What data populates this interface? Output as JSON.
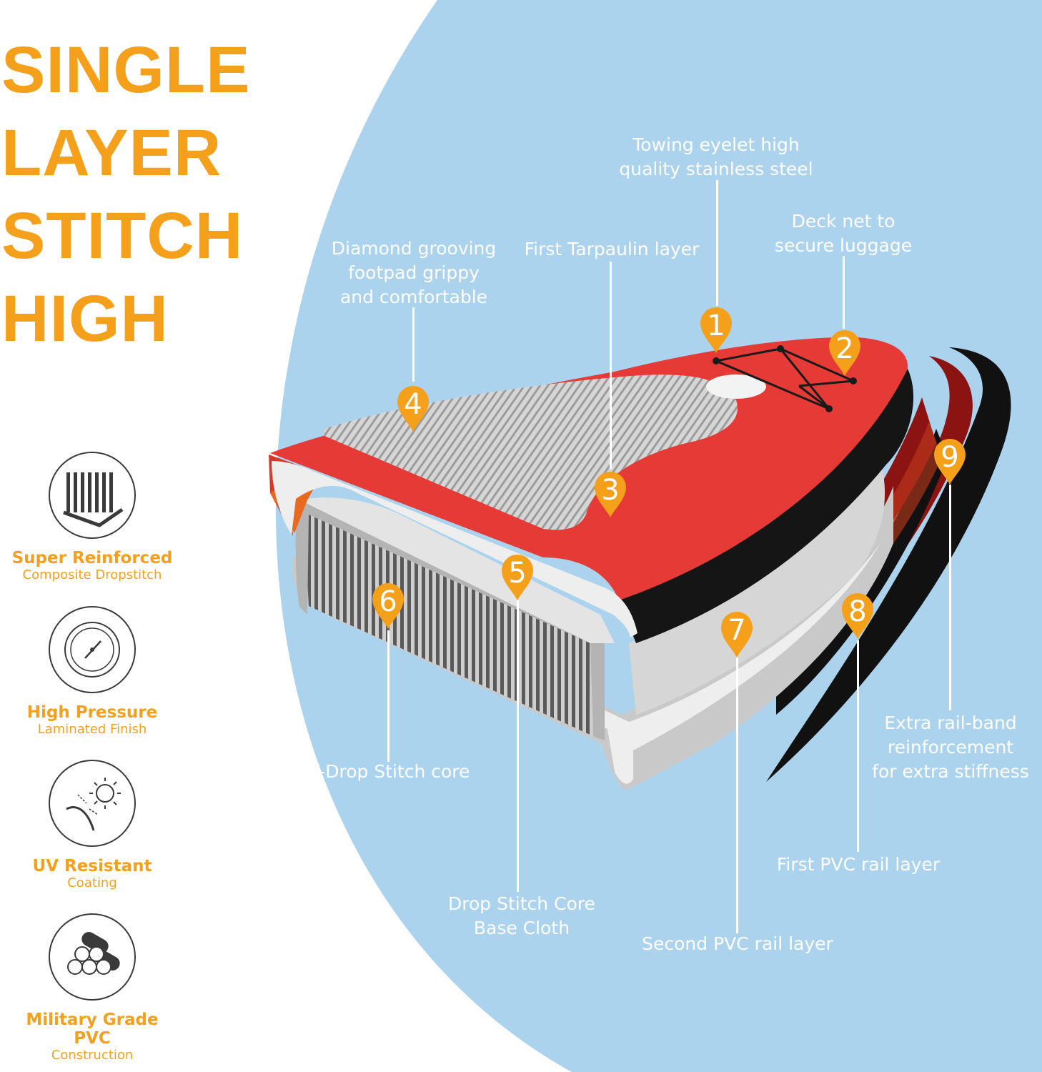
{
  "headline": {
    "lines": [
      "SINGLE",
      "LAYER",
      "STITCH",
      "HIGH"
    ]
  },
  "colors": {
    "accent": "#f5a01a",
    "backdrop": "#acd3ee",
    "board_red": "#e53a35",
    "dark_red": "#8b1412",
    "black": "#111111"
  },
  "features": [
    {
      "title": "Super Reinforced",
      "subtitle": "Composite Dropstitch",
      "icon": "dropstitch-icon"
    },
    {
      "title": "High Pressure",
      "subtitle": "Laminated Finish",
      "icon": "pressure-gauge-icon"
    },
    {
      "title": "UV Resistant",
      "subtitle": "Coating",
      "icon": "sun-uv-icon"
    },
    {
      "title": "Military Grade PVC",
      "subtitle": "Construction",
      "icon": "pvc-rolls-icon"
    }
  ],
  "callouts": [
    {
      "number": "1",
      "label": "Towing eyelet high\nquality stainless steel"
    },
    {
      "number": "2",
      "label": "Deck net to\nsecure luggage"
    },
    {
      "number": "3",
      "label": "First Tarpaulin layer"
    },
    {
      "number": "4",
      "label": "Diamond grooving\nfootpad grippy\nand comfortable"
    },
    {
      "number": "5",
      "label": "Drop Stitch Core\nBase Cloth"
    },
    {
      "number": "6",
      "label": "V-Drop Stitch core"
    },
    {
      "number": "7",
      "label": "Second PVC rail layer"
    },
    {
      "number": "8",
      "label": "First PVC rail layer"
    },
    {
      "number": "9",
      "label": "Extra rail-band\nreinforcement\nfor extra stiffness"
    }
  ]
}
